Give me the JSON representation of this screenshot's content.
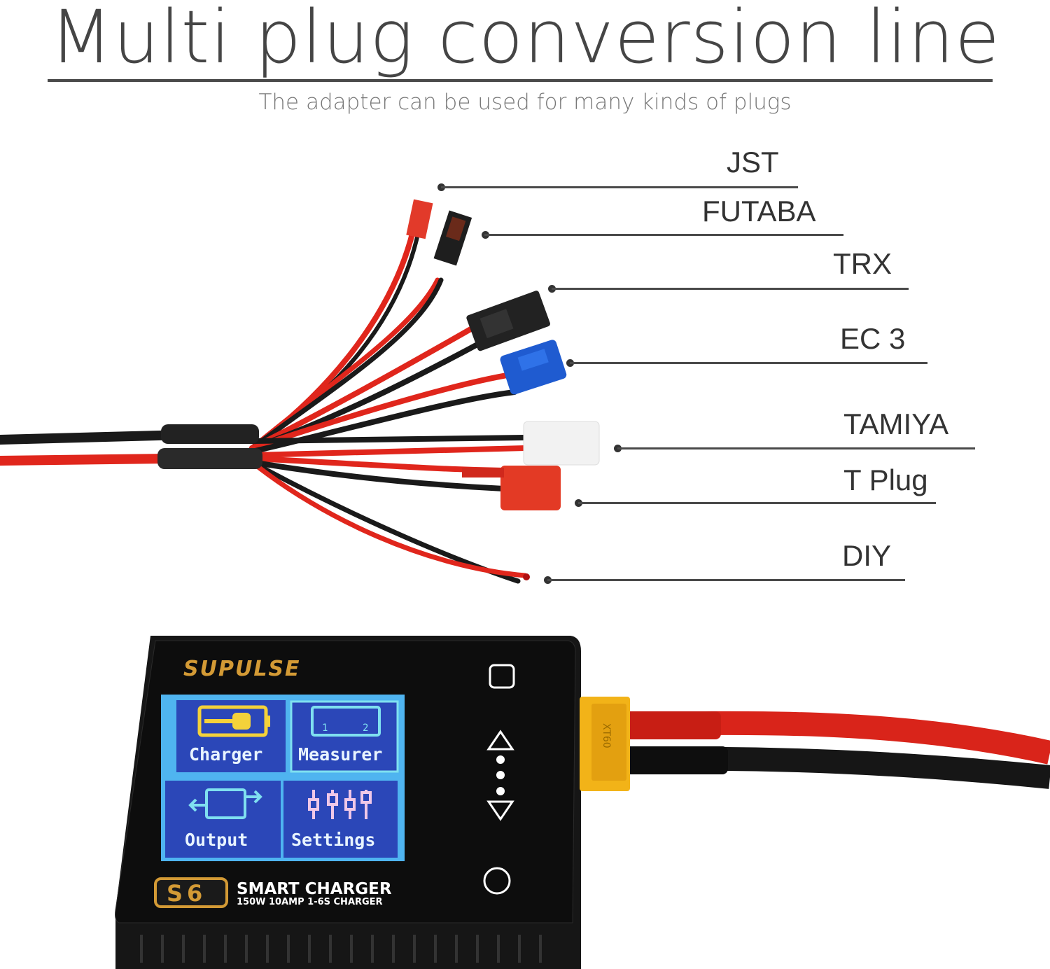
{
  "header": {
    "title": "Multi plug conversion line",
    "subtitle": "The adapter can be used for many kinds of plugs"
  },
  "plugs": [
    {
      "label": "JST"
    },
    {
      "label": "FUTABA"
    },
    {
      "label": "TRX"
    },
    {
      "label": "EC 3"
    },
    {
      "label": "TAMIYA"
    },
    {
      "label": "T Plug"
    },
    {
      "label": "DIY"
    }
  ],
  "charger": {
    "brand": "SUPULSE",
    "model_badge": "S6",
    "name": "SMART CHARGER",
    "spec": "150W 10AMP 1-6S CHARGER",
    "connector_text": "XT60",
    "menu": [
      {
        "label": "Charger",
        "icon": "battery-plug-icon"
      },
      {
        "label": "Measurer",
        "icon": "ruler-icon"
      },
      {
        "label": "Output",
        "icon": "output-arrows-icon"
      },
      {
        "label": "Settings",
        "icon": "sliders-icon"
      }
    ],
    "ruler_marks": [
      "1",
      "2"
    ]
  },
  "colors": {
    "wire_red": "#e0261c",
    "wire_black": "#1a1a1a",
    "screen_blue": "#2b47b8",
    "screen_border": "#4fb4f0",
    "brand_gold": "#d39a35",
    "xt60_yellow": "#f2b318"
  }
}
